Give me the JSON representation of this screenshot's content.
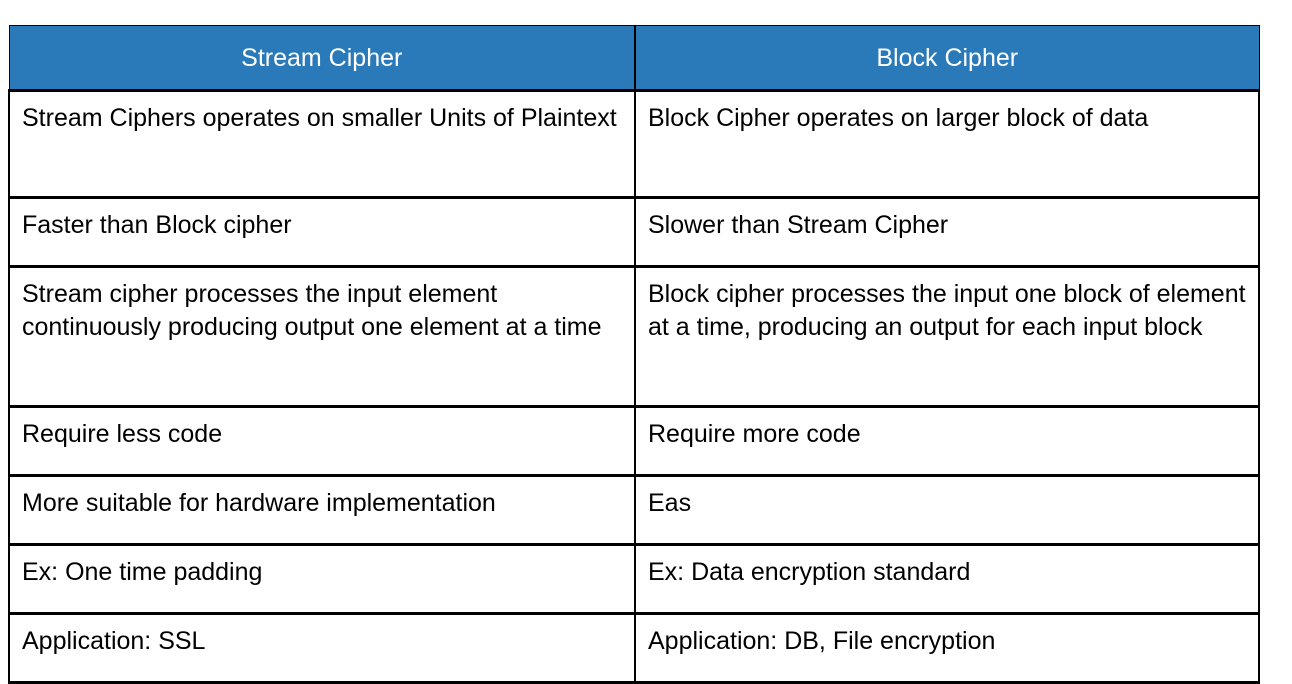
{
  "table": {
    "accent_color": "#2a7ab9",
    "header_text_color": "#ffffff",
    "body_text_color": "#000000",
    "border_color": "#000000",
    "headers": [
      "Stream Cipher",
      "Block Cipher"
    ],
    "rows": [
      {
        "left": "Stream Ciphers operates on smaller Units of Plaintext",
        "right": "Block Cipher operates on larger block of data"
      },
      {
        "left": "Faster than Block cipher",
        "right": "Slower than Stream Cipher"
      },
      {
        "left": "Stream cipher processes the input element continuously producing output one element at a time",
        "right": "Block cipher processes the input one block of element at a time, producing an output for each input block"
      },
      {
        "left": "Require less code",
        "right": "Require more code"
      },
      {
        "left": "More suitable for hardware implementation",
        "right": "Eas"
      },
      {
        "left": "Ex: One time padding",
        "right": "Ex: Data encryption standard"
      },
      {
        "left": "Application: SSL",
        "right": "Application: DB, File encryption"
      }
    ]
  }
}
